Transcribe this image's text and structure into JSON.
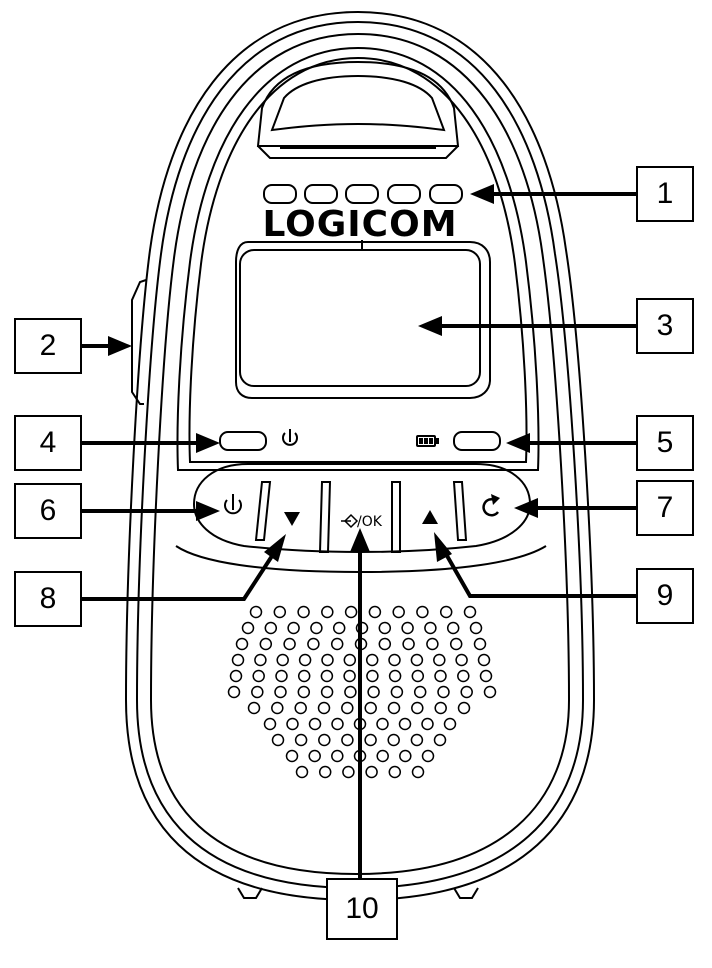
{
  "brand": "LOGICOM",
  "ok_label": "/OK",
  "callouts": [
    {
      "number": "1",
      "target": "status-led-row"
    },
    {
      "number": "2",
      "target": "side-switch"
    },
    {
      "number": "3",
      "target": "display-screen"
    },
    {
      "number": "4",
      "target": "power-indicator-led"
    },
    {
      "number": "5",
      "target": "battery-indicator-led"
    },
    {
      "number": "6",
      "target": "power-button"
    },
    {
      "number": "7",
      "target": "back-button"
    },
    {
      "number": "8",
      "target": "down-button"
    },
    {
      "number": "9",
      "target": "up-button"
    },
    {
      "number": "10",
      "target": "menu-ok-button"
    }
  ],
  "icons": {
    "power": "power-icon",
    "battery": "battery-icon",
    "down": "triangle-down-icon",
    "up": "triangle-up-icon",
    "back": "refresh-arrow-icon",
    "menu": "menu-enter-icon"
  },
  "colors": {
    "line": "#000000",
    "background": "#ffffff"
  }
}
